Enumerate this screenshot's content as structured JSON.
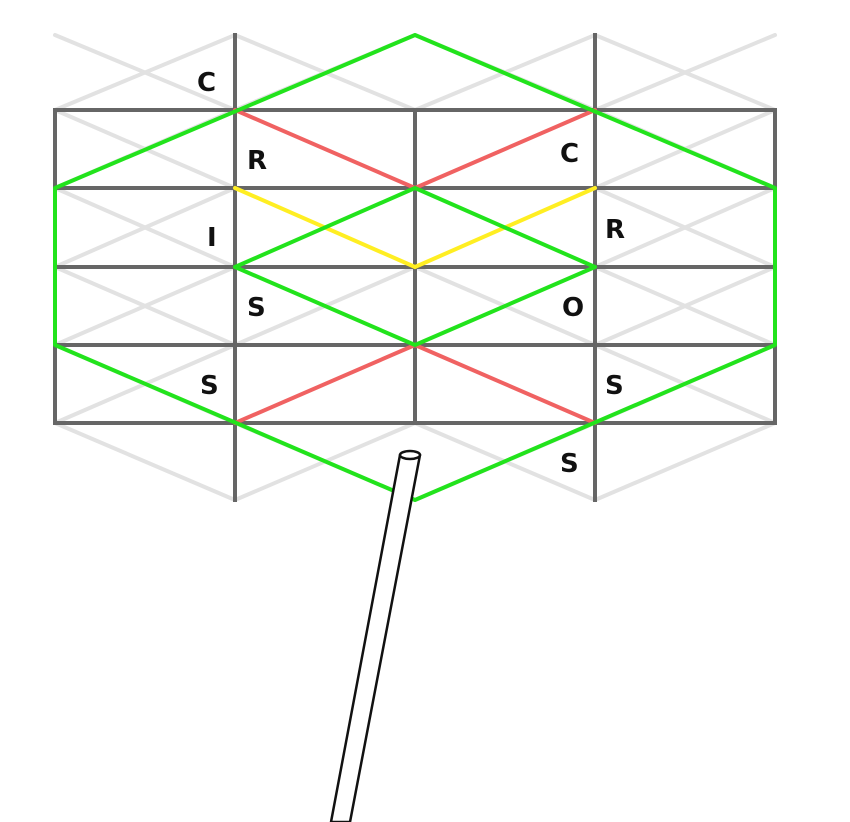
{
  "colors": {
    "background": "#ffffff",
    "light_grid": "#e2e2e2",
    "dark_grid": "#666666",
    "outline": "#22e31c",
    "red": "#f06262",
    "yellow": "#ffee22",
    "letter": "#111111",
    "pole": "#111111"
  },
  "letters": {
    "c_top_left": "C",
    "r_left": "R",
    "i_left": "I",
    "s_left_mid": "S",
    "s_left_low": "S",
    "c_right": "C",
    "r_right": "R",
    "o_right": "O",
    "s_right_low": "S",
    "s_bottom": "S"
  }
}
